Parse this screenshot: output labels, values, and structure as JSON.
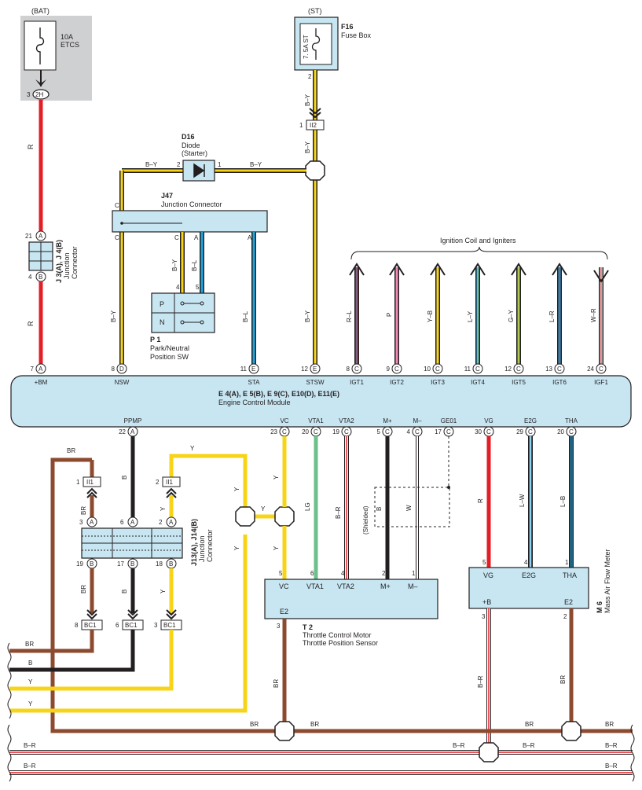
{
  "bat": {
    "label": "(BAT)",
    "fuse": "10A\nETCS",
    "fuse_l1": "10A",
    "fuse_l2": "ETCS",
    "pin": "3",
    "conn": "2H"
  },
  "st": {
    "label": "(ST)",
    "fuse": "7. 5A ST",
    "code": "F16",
    "name": "Fuse Box",
    "pin": "2"
  },
  "ii2": {
    "pin": "1",
    "name": "II2"
  },
  "diode": {
    "code": "D16",
    "name": "Diode",
    "sub": "(Starter)",
    "pin_left": "2",
    "pin_right": "1"
  },
  "j47": {
    "code": "J47",
    "name": "Junction Connector"
  },
  "p1": {
    "code": "P 1",
    "name1": "Park/Neutral",
    "name2": "Position SW",
    "pos_p": "P",
    "pos_n": "N",
    "pin4": "4",
    "pin5": "5"
  },
  "j3": {
    "code": "J 3(A), J 4(B)",
    "name1": "Junction",
    "name2": "Connector",
    "pin_top": "21",
    "pin_bot": "4"
  },
  "igniters_title": "Ignition Coil and Igniters",
  "wires": {
    "r": "R",
    "by": "B–Y",
    "bl": "B–L",
    "rl": "R–L",
    "p": "P",
    "yb": "Y–B",
    "ly": "L–Y",
    "gy": "G–Y",
    "lr": "L–R",
    "wr": "W–R",
    "br": "BR",
    "b": "B",
    "y": "Y",
    "lg": "LG",
    "b_r": "B–R",
    "lw": "L–W",
    "l_b": "L–B",
    "w": "W",
    "shielded": "(Shielded)"
  },
  "ecm": {
    "title": "E 4(A), E 5(B), E 9(C), E10(D), E11(E)",
    "name": "Engine Control Module",
    "top_pins": [
      {
        "num": "7",
        "letter": "A",
        "label": "+BM"
      },
      {
        "num": "8",
        "letter": "D",
        "label": "NSW"
      },
      {
        "num": "11",
        "letter": "E",
        "label": "STA"
      },
      {
        "num": "12",
        "letter": "E",
        "label": "STSW"
      },
      {
        "num": "8",
        "letter": "C",
        "label": "IGT1"
      },
      {
        "num": "9",
        "letter": "C",
        "label": "IGT2"
      },
      {
        "num": "10",
        "letter": "C",
        "label": "IGT3"
      },
      {
        "num": "11",
        "letter": "C",
        "label": "IGT4"
      },
      {
        "num": "12",
        "letter": "C",
        "label": "IGT5"
      },
      {
        "num": "13",
        "letter": "C",
        "label": "IGT6"
      },
      {
        "num": "24",
        "letter": "C",
        "label": "IGF1"
      }
    ],
    "bottom_pins": [
      {
        "num": "22",
        "letter": "A",
        "label": "PPMP"
      },
      {
        "num": "23",
        "letter": "C",
        "label": "VC"
      },
      {
        "num": "20",
        "letter": "C",
        "label": "VTA1"
      },
      {
        "num": "19",
        "letter": "C",
        "label": "VTA2"
      },
      {
        "num": "5",
        "letter": "C",
        "label": "M+"
      },
      {
        "num": "4",
        "letter": "C",
        "label": "M–"
      },
      {
        "num": "17",
        "letter": "C",
        "label": "GE01"
      },
      {
        "num": "30",
        "letter": "C",
        "label": "VG"
      },
      {
        "num": "29",
        "letter": "C",
        "label": "E2G"
      },
      {
        "num": "20",
        "letter": "C",
        "label": "THA"
      }
    ]
  },
  "j13": {
    "code": "J13(A), J14(B)",
    "name1": "Junction",
    "name2": "Connector",
    "top_pins": [
      {
        "num": "3",
        "letter": "A"
      },
      {
        "num": "6",
        "letter": "A"
      },
      {
        "num": "2",
        "letter": "A"
      }
    ],
    "bot_pins": [
      {
        "num": "19",
        "letter": "B"
      },
      {
        "num": "17",
        "letter": "B"
      },
      {
        "num": "18",
        "letter": "B"
      }
    ]
  },
  "ii1": [
    {
      "pin": "1",
      "name": "II1"
    },
    {
      "pin": "2",
      "name": "II1"
    }
  ],
  "bc1": [
    {
      "pin": "8",
      "name": "BC1"
    },
    {
      "pin": "6",
      "name": "BC1"
    },
    {
      "pin": "3",
      "name": "BC1"
    }
  ],
  "t2": {
    "code": "T 2",
    "name1": "Throttle Control Motor",
    "name2": "Throttle Position Sensor",
    "pins": [
      {
        "num": "5",
        "label": "VC"
      },
      {
        "num": "6",
        "label": "VTA1"
      },
      {
        "num": "4",
        "label": "VTA2"
      },
      {
        "num": "2",
        "label": "M+"
      },
      {
        "num": "1",
        "label": "M–"
      }
    ],
    "e2_label": "E2",
    "e2_pin": "3"
  },
  "m6": {
    "code": "M 6",
    "name": "Mass Air Flow Meter",
    "pins": [
      {
        "num": "5",
        "label": "VG"
      },
      {
        "num": "4",
        "label": "E2G"
      },
      {
        "num": "1",
        "label": "THA"
      }
    ],
    "b_label": "+B",
    "b_pin": "3",
    "e2_label": "E2",
    "e2_pin": "2"
  },
  "colors": {
    "red": "#e31e26",
    "yellow": "#f7d417",
    "brown": "#8c4a2f",
    "black": "#231f20",
    "blue": "#1ca6df",
    "pink": "#ee88b4",
    "green": "#6dc08b",
    "box": "#c7e6f2",
    "gray": "#cfd0d2"
  }
}
